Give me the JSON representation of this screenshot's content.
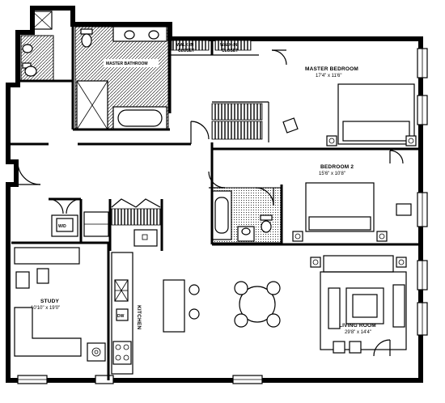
{
  "rooms": {
    "master_bedroom": {
      "name": "MASTER BEDROOM",
      "dims": "17'4\" x 11'6\""
    },
    "master_bathroom": {
      "name": "MASTER BATHROOM"
    },
    "walk_in_closet_1": {
      "name": "WALK-IN",
      "sub": "CLOSET"
    },
    "walk_in_closet_2": {
      "name": "WALK-IN",
      "sub": "CLOSET"
    },
    "bedroom_2": {
      "name": "BEDROOM 2",
      "dims": "15'6\" x 10'8\""
    },
    "study": {
      "name": "STUDY",
      "dims": "10'10\" x 19'0\""
    },
    "kitchen": {
      "name": "KITCHEN"
    },
    "living_room": {
      "name": "LIVING ROOM",
      "dims": "29'8\" x 14'4\""
    },
    "washer_dryer": {
      "name": "W/D"
    },
    "dishwasher": {
      "name": "DW"
    }
  }
}
